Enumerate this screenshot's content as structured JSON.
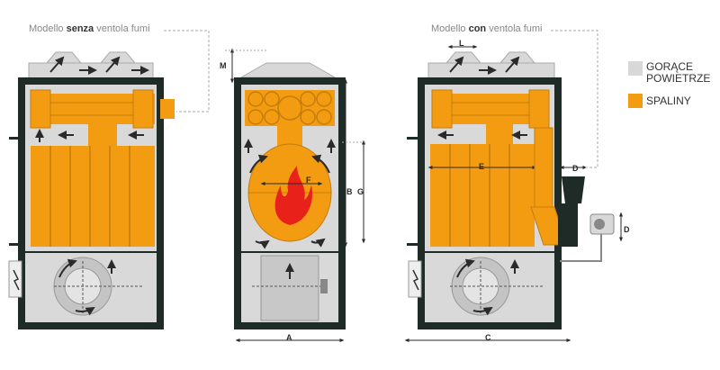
{
  "captions": {
    "without_fan": {
      "prefix": "Modello ",
      "bold": "senza",
      "suffix": " ventola fumi"
    },
    "with_fan": {
      "prefix": "Modello ",
      "bold": "con",
      "suffix": " ventola fumi"
    }
  },
  "dimensions": {
    "a": "A",
    "b": "B",
    "c": "C",
    "d_top": "D",
    "d_side": "D",
    "e": "E",
    "f": "F",
    "g": "G",
    "l": "L",
    "m": "M"
  },
  "legend": {
    "hot_air": {
      "line1": "GORĄCE",
      "line2": "POWIETRZE",
      "color": "#d8d8d8"
    },
    "flue_gas": {
      "label": "SPALINY",
      "color": "#f39c12"
    }
  },
  "colors": {
    "frame": "#1e2b27",
    "hot_air": "#d8d8d8",
    "flue_gas": "#f39c12",
    "flame": "#e8211a"
  }
}
